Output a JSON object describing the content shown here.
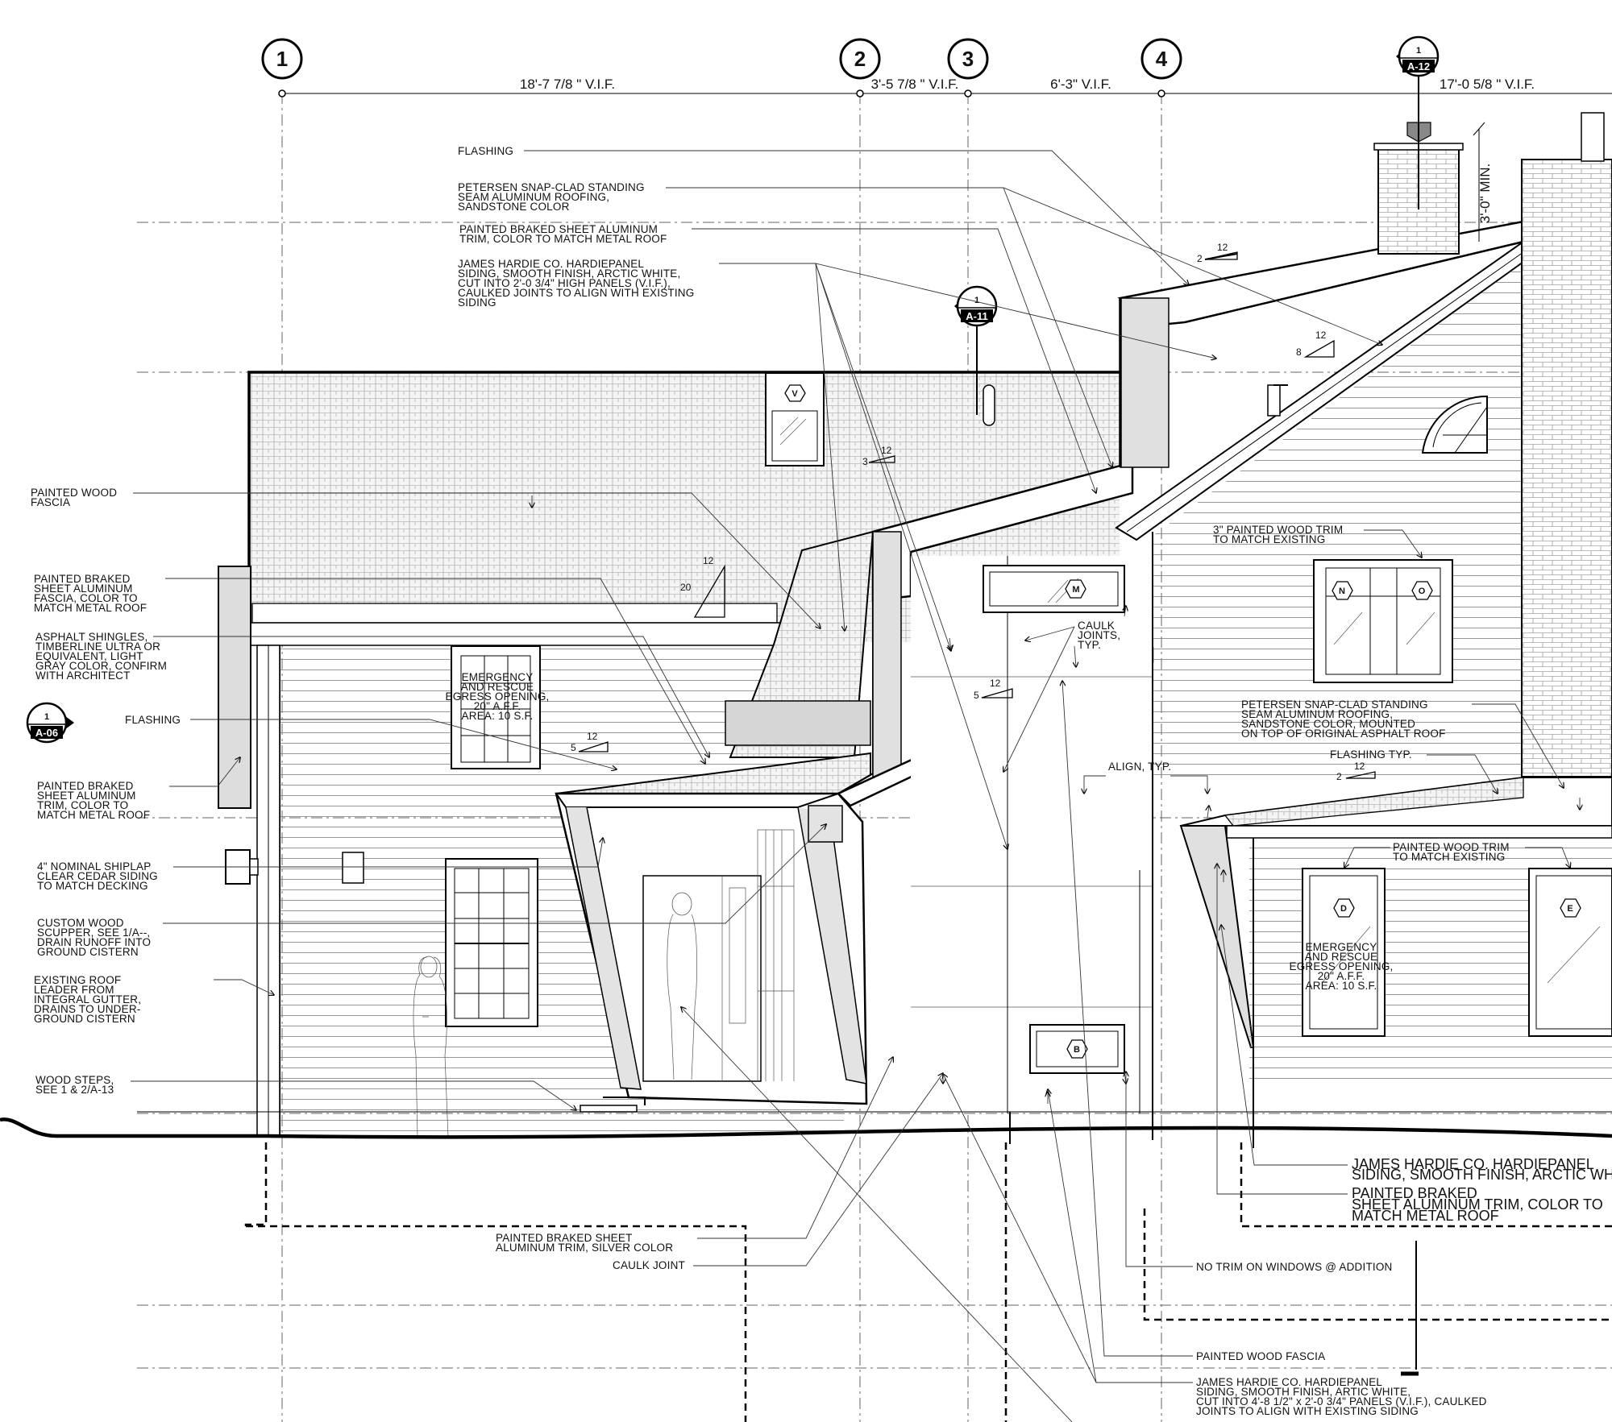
{
  "grid": {
    "bubbles": [
      "1",
      "2",
      "3",
      "4"
    ],
    "dimensions": [
      "18'-7 7/8 \" V.I.F.",
      "3'-5 7/8 \" V.I.F.",
      "6'-3\" V.I.F.",
      "17'-0 5/8 \" V.I.F."
    ],
    "chimney_clearance": "3'-0\" MIN."
  },
  "section_markers": {
    "top": {
      "num": "1",
      "sheet": "A-12"
    },
    "mid": {
      "num": "1",
      "sheet": "A-11"
    },
    "left": {
      "num": "1",
      "sheet": "A-06"
    }
  },
  "window_tags": [
    "V",
    "M",
    "N",
    "O",
    "D",
    "E",
    "B"
  ],
  "slopes": [
    {
      "rise": "2",
      "run": "12"
    },
    {
      "rise": "8",
      "run": "12"
    },
    {
      "rise": "3",
      "run": "12"
    },
    {
      "rise": "20",
      "run": "12"
    },
    {
      "rise": "5",
      "run": "12"
    },
    {
      "rise": "5",
      "run": "12"
    },
    {
      "rise": "2",
      "run": "12"
    }
  ],
  "notes_top": {
    "flashing": "FLASHING",
    "petersen": [
      "PETERSEN SNAP-CLAD STANDING",
      "SEAM ALUMINUM ROOFING,",
      "SANDSTONE COLOR"
    ],
    "braked_trim": [
      "PAINTED BRAKED SHEET ALUMINUM",
      "TRIM, COLOR TO MATCH METAL ROOF"
    ],
    "hardie": [
      "JAMES HARDIE CO. HARDIEPANEL",
      "SIDING, SMOOTH FINISH, ARCTIC WHITE,",
      "CUT INTO 2'-0 3/4\" HIGH PANELS (V.I.F.),",
      "CAULKED JOINTS TO ALIGN WITH EXISTING",
      "SIDING"
    ]
  },
  "notes_left": {
    "fascia": [
      "PAINTED WOOD",
      "FASCIA"
    ],
    "braked_fascia": [
      "PAINTED BRAKED",
      "SHEET ALUMINUM",
      "FASCIA, COLOR TO",
      "MATCH METAL ROOF"
    ],
    "shingles": [
      "ASPHALT SHINGLES,",
      "TIMBERLINE ULTRA OR",
      "EQUIVALENT, LIGHT",
      "GRAY COLOR, CONFIRM",
      "WITH ARCHITECT"
    ],
    "flashing": "FLASHING",
    "braked_trim": [
      "PAINTED BRAKED",
      "SHEET ALUMINUM",
      "TRIM, COLOR TO",
      "MATCH METAL ROOF"
    ],
    "shiplap": [
      "4\" NOMINAL SHIPLAP",
      "CLEAR CEDAR SIDING",
      "TO MATCH DECKING"
    ],
    "scupper": [
      "CUSTOM WOOD",
      "SCUPPER, SEE 1/A--,",
      "DRAIN RUNOFF INTO",
      "GROUND CISTERN"
    ],
    "leader": [
      "EXISTING ROOF",
      "LEADER FROM",
      "INTEGRAL GUTTER,",
      "DRAINS TO UNDER-",
      "GROUND CISTERN"
    ],
    "steps": [
      "WOOD STEPS,",
      "SEE 1 & 2/A-13"
    ]
  },
  "notes_mid": {
    "egress_1": [
      "EMERGENCY",
      "AND RESCUE",
      "EGRESS OPENING,",
      "20\" A.F.F.",
      "AREA: 10 S.F."
    ],
    "caulk": [
      "CAULK",
      "JOINTS,",
      "TYP."
    ],
    "align": "ALIGN, TYP.",
    "wood_trim_1": [
      "3\" PAINTED WOOD TRIM",
      "TO MATCH EXISTING"
    ],
    "petersen_2": [
      "PETERSEN SNAP-CLAD STANDING",
      "SEAM ALUMINUM ROOFING,",
      "SANDSTONE COLOR, MOUNTED",
      "ON TOP OF ORIGINAL ASPHALT ROOF"
    ],
    "flashing_typ": "FLASHING TYP.",
    "wood_trim_2": [
      "PAINTED WOOD TRIM",
      "TO MATCH EXISTING"
    ],
    "egress_2": [
      "EMERGENCY",
      "AND RESCUE",
      "EGRESS OPENING,",
      "20\" A.F.F.",
      "AREA: 10 S.F."
    ]
  },
  "notes_bottom": {
    "hardie_right": [
      "JAMES HARDIE CO. HARDIEPANEL",
      "SIDING, SMOOTH FINISH, ARCTIC WH"
    ],
    "braked_right": [
      "PAINTED BRAKED",
      "SHEET ALUMINUM TRIM, COLOR TO",
      "MATCH METAL ROOF"
    ],
    "silver": [
      "PAINTED BRAKED SHEET",
      "ALUMINUM TRIM, SILVER COLOR"
    ],
    "caulk_joint": "CAULK JOINT",
    "no_trim": "NO TRIM ON WINDOWS @ ADDITION",
    "fascia": "PAINTED WOOD FASCIA",
    "hardie_bottom": [
      "JAMES HARDIE CO. HARDIEPANEL",
      "SIDING, SMOOTH FINISH, ARTIC WHITE,",
      "CUT INTO 4'-8 1/2\" x 2'-0 3/4\" PANELS (V.I.F.), CAULKED",
      "JOINTS TO ALIGN WITH EXISTING SIDING"
    ]
  }
}
